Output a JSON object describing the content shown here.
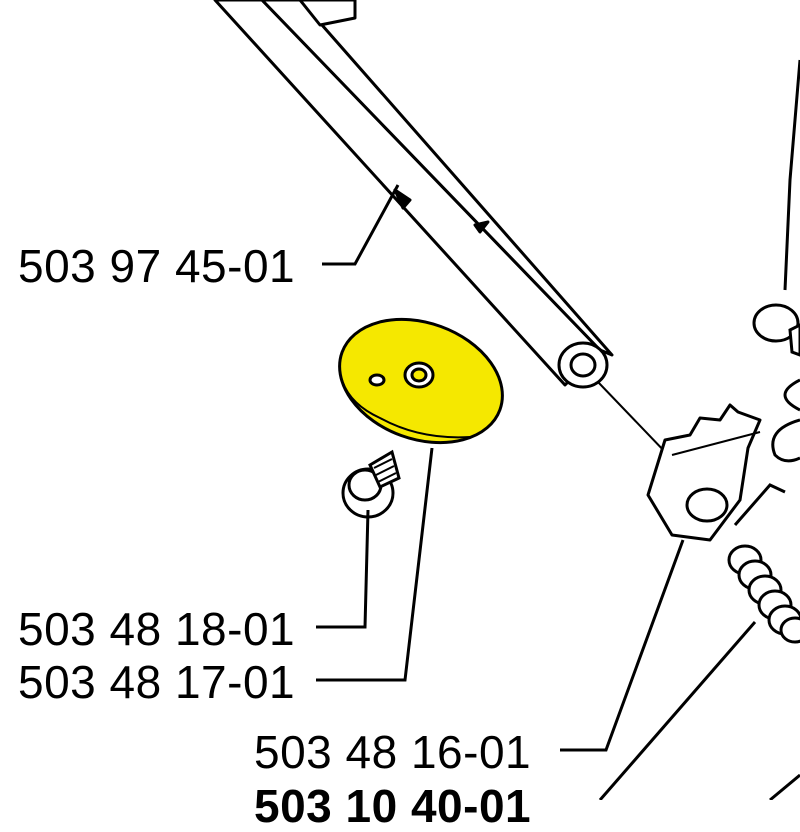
{
  "labels": {
    "shaft": "503 97 45-01",
    "screw": "503 48 18-01",
    "disc": "503 48 17-01",
    "lever": "503 48 16-01",
    "spring": "503 10 40-01"
  },
  "colors": {
    "highlight": "#f5e800",
    "line": "#000000",
    "background": "#ffffff"
  }
}
